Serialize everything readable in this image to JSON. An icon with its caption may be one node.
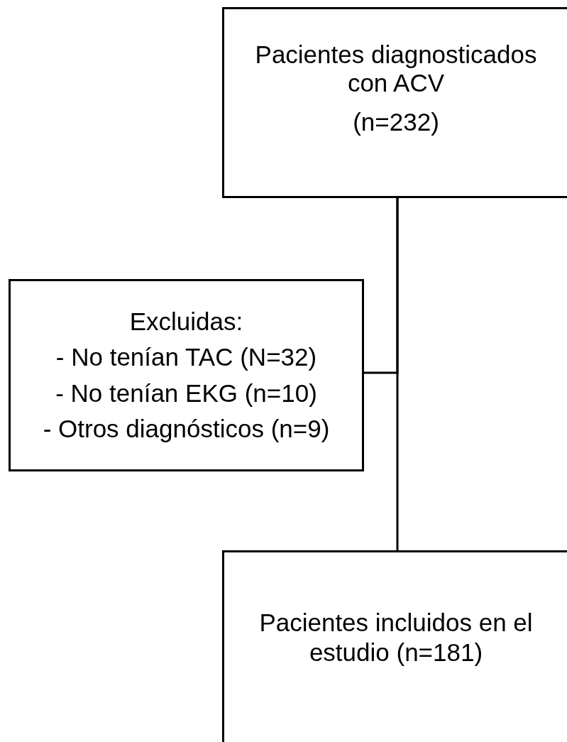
{
  "diagram": {
    "nodes": [
      {
        "text": [
          "Pacientes diagnosticados con ACV",
          "(n=232)"
        ]
      },
      {
        "text": [
          "Excluidas:",
          "- No tenían TAC (N=32)",
          "- No tenían EKG (n=10)",
          "- Otros diagnósticos (n=9)"
        ]
      },
      {
        "text": [
          "Pacientes incluidos en el estudio (n=181)"
        ]
      }
    ],
    "edges": [
      {
        "from": 0,
        "to": 1,
        "arrow": "none"
      },
      {
        "from": 0,
        "to": 2,
        "arrow": "none"
      }
    ]
  }
}
